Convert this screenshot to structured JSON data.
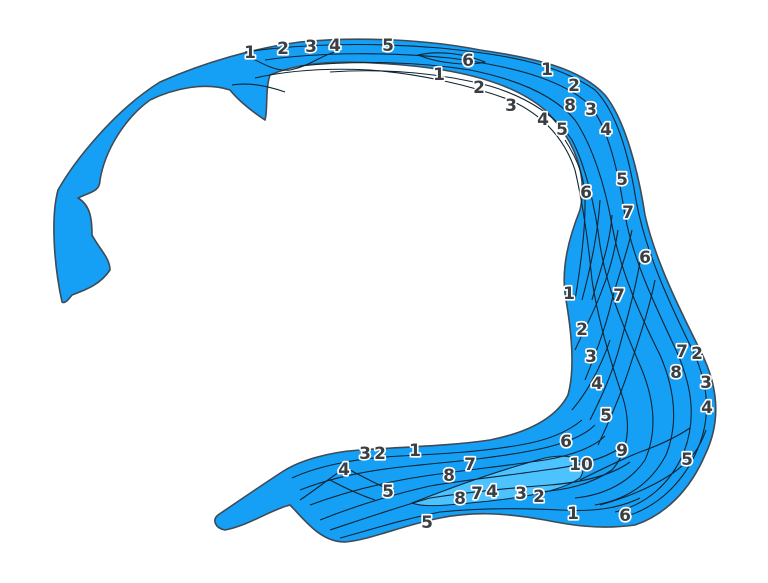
{
  "map": {
    "colors": {
      "land": "#16a0f5",
      "deep": "#4cc2ff",
      "contour": "#0d2434",
      "outline": "#3e4a55",
      "label_text": "#3a3f44",
      "background": "#ffffff"
    },
    "contour_labels": [
      "1",
      "2",
      "3",
      "4",
      "5",
      "1",
      "2",
      "3",
      "4",
      "6",
      "1",
      "2",
      "8",
      "3",
      "5",
      "4",
      "6",
      "5",
      "7",
      "6",
      "1",
      "7",
      "2",
      "7",
      "2",
      "3",
      "8",
      "3",
      "4",
      "4",
      "5",
      "6",
      "9",
      "5",
      "10",
      "1",
      "2",
      "3",
      "4",
      "7",
      "8",
      "5",
      "8",
      "7",
      "4",
      "3",
      "2",
      "1",
      "5",
      "6"
    ]
  }
}
